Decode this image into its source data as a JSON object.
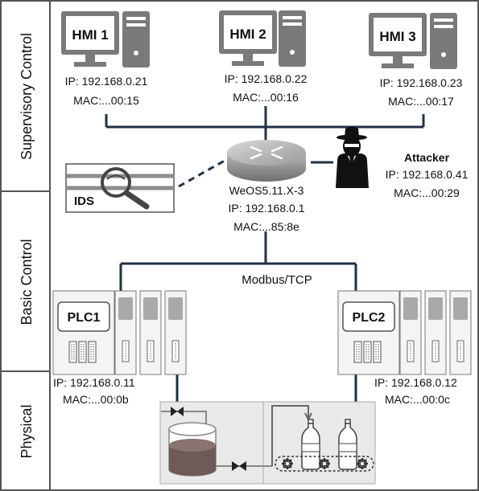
{
  "layers": {
    "supervisory": "Supervisory Control",
    "basic": "Basic Control",
    "physical": "Physical"
  },
  "hmis": [
    {
      "name": "HMI 1",
      "ip": "IP: 192.168.0.21",
      "mac": "MAC:...00:15"
    },
    {
      "name": "HMI 2",
      "ip": "IP: 192.168.0.22",
      "mac": "MAC:...00:16"
    },
    {
      "name": "HMI 3",
      "ip": "IP: 192.168.0.23",
      "mac": "MAC:...00:17"
    }
  ],
  "router": {
    "name": "WeOS5.11.X-3",
    "ip": "IP: 192.168.0.1",
    "mac": "MAC:...85:8e"
  },
  "attacker": {
    "name": "Attacker",
    "ip": "IP: 192.168.0.41",
    "mac": "MAC:...00:29"
  },
  "ids": {
    "name": "IDS"
  },
  "network": {
    "protocol": "Modbus/TCP"
  },
  "plcs": [
    {
      "name": "PLC1",
      "ip": "IP: 192.168.0.11",
      "mac": "MAC:...00:0b"
    },
    {
      "name": "PLC2",
      "ip": "IP: 192.168.0.12",
      "mac": "MAC:...00:0c"
    }
  ],
  "colors": {
    "line": "#1f3146",
    "border": "#555555",
    "panel": "#e9e9e9",
    "device": "#7a7a7a",
    "liquid": "#6e5a58"
  }
}
